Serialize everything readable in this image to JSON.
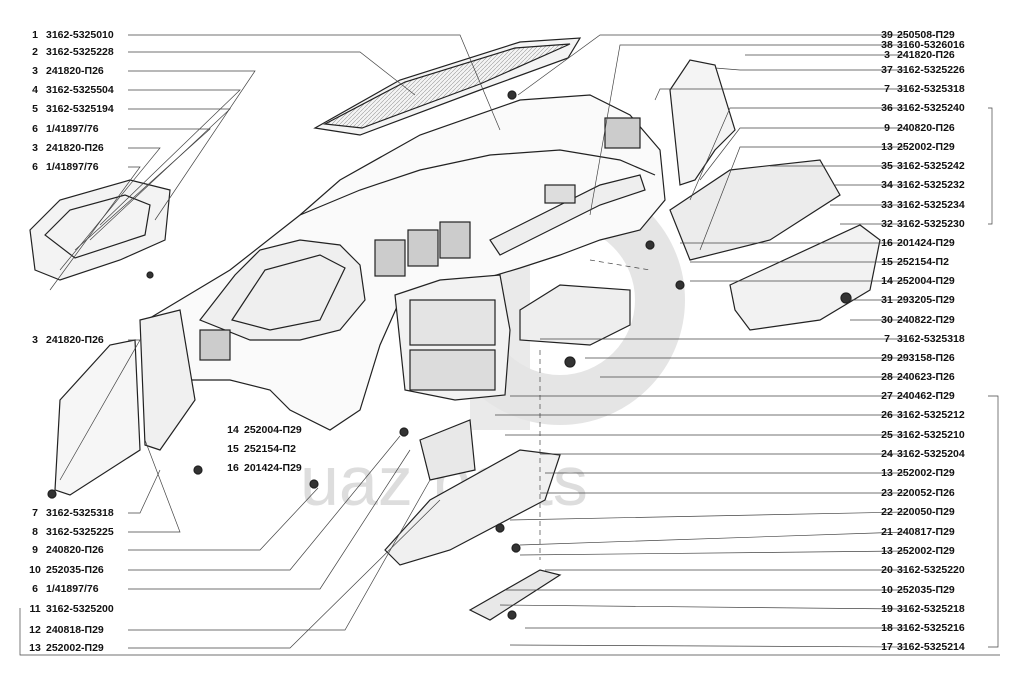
{
  "watermark": {
    "text": "uaz parts"
  },
  "left_callouts": [
    {
      "num": "1",
      "part": "3162-5325010"
    },
    {
      "num": "2",
      "part": "3162-5325228"
    },
    {
      "num": "3",
      "part": "241820-П26"
    },
    {
      "num": "4",
      "part": "3162-5325504"
    },
    {
      "num": "5",
      "part": "3162-5325194"
    },
    {
      "num": "6",
      "part": "1/41897/76"
    },
    {
      "num": "3",
      "part": "241820-П26"
    },
    {
      "num": "6",
      "part": "1/41897/76"
    },
    {
      "num": "3",
      "part": "241820-П26"
    },
    {
      "num": "7",
      "part": "3162-5325318"
    },
    {
      "num": "8",
      "part": "3162-5325225"
    },
    {
      "num": "9",
      "part": "240820-П26"
    },
    {
      "num": "10",
      "part": "252035-П26"
    },
    {
      "num": "6",
      "part": "1/41897/76"
    },
    {
      "num": "11",
      "part": "3162-5325200"
    },
    {
      "num": "12",
      "part": "240818-П29"
    },
    {
      "num": "13",
      "part": "252002-П29"
    }
  ],
  "mid_callouts": [
    {
      "num": "14",
      "part": "252004-П29"
    },
    {
      "num": "15",
      "part": "252154-П2"
    },
    {
      "num": "16",
      "part": "201424-П29"
    }
  ],
  "right_callouts": [
    {
      "num": "39",
      "part": "250508-П29"
    },
    {
      "num": "38",
      "part": "3160-5326016"
    },
    {
      "num": "3",
      "part": "241820-П26"
    },
    {
      "num": "37",
      "part": "3162-5325226"
    },
    {
      "num": "7",
      "part": "3162-5325318"
    },
    {
      "num": "36",
      "part": "3162-5325240"
    },
    {
      "num": "9",
      "part": "240820-П26"
    },
    {
      "num": "13",
      "part": "252002-П29"
    },
    {
      "num": "35",
      "part": "3162-5325242"
    },
    {
      "num": "34",
      "part": "3162-5325232"
    },
    {
      "num": "33",
      "part": "3162-5325234"
    },
    {
      "num": "32",
      "part": "3162-5325230"
    },
    {
      "num": "16",
      "part": "201424-П29"
    },
    {
      "num": "15",
      "part": "252154-П2"
    },
    {
      "num": "14",
      "part": "252004-П29"
    },
    {
      "num": "31",
      "part": "293205-П29"
    },
    {
      "num": "30",
      "part": "240822-П29"
    },
    {
      "num": "7",
      "part": "3162-5325318"
    },
    {
      "num": "29",
      "part": "293158-П26"
    },
    {
      "num": "28",
      "part": "240623-П26"
    },
    {
      "num": "27",
      "part": "240462-П29"
    },
    {
      "num": "26",
      "part": "3162-5325212"
    },
    {
      "num": "25",
      "part": "3162-5325210"
    },
    {
      "num": "24",
      "part": "3162-5325204"
    },
    {
      "num": "13",
      "part": "252002-П29"
    },
    {
      "num": "23",
      "part": "220052-П26"
    },
    {
      "num": "22",
      "part": "220050-П29"
    },
    {
      "num": "21",
      "part": "240817-П29"
    },
    {
      "num": "13",
      "part": "252002-П29"
    },
    {
      "num": "20",
      "part": "3162-5325220"
    },
    {
      "num": "10",
      "part": "252035-П29"
    },
    {
      "num": "19",
      "part": "3162-5325218"
    },
    {
      "num": "18",
      "part": "3162-5325216"
    },
    {
      "num": "17",
      "part": "3162-5325214"
    }
  ]
}
